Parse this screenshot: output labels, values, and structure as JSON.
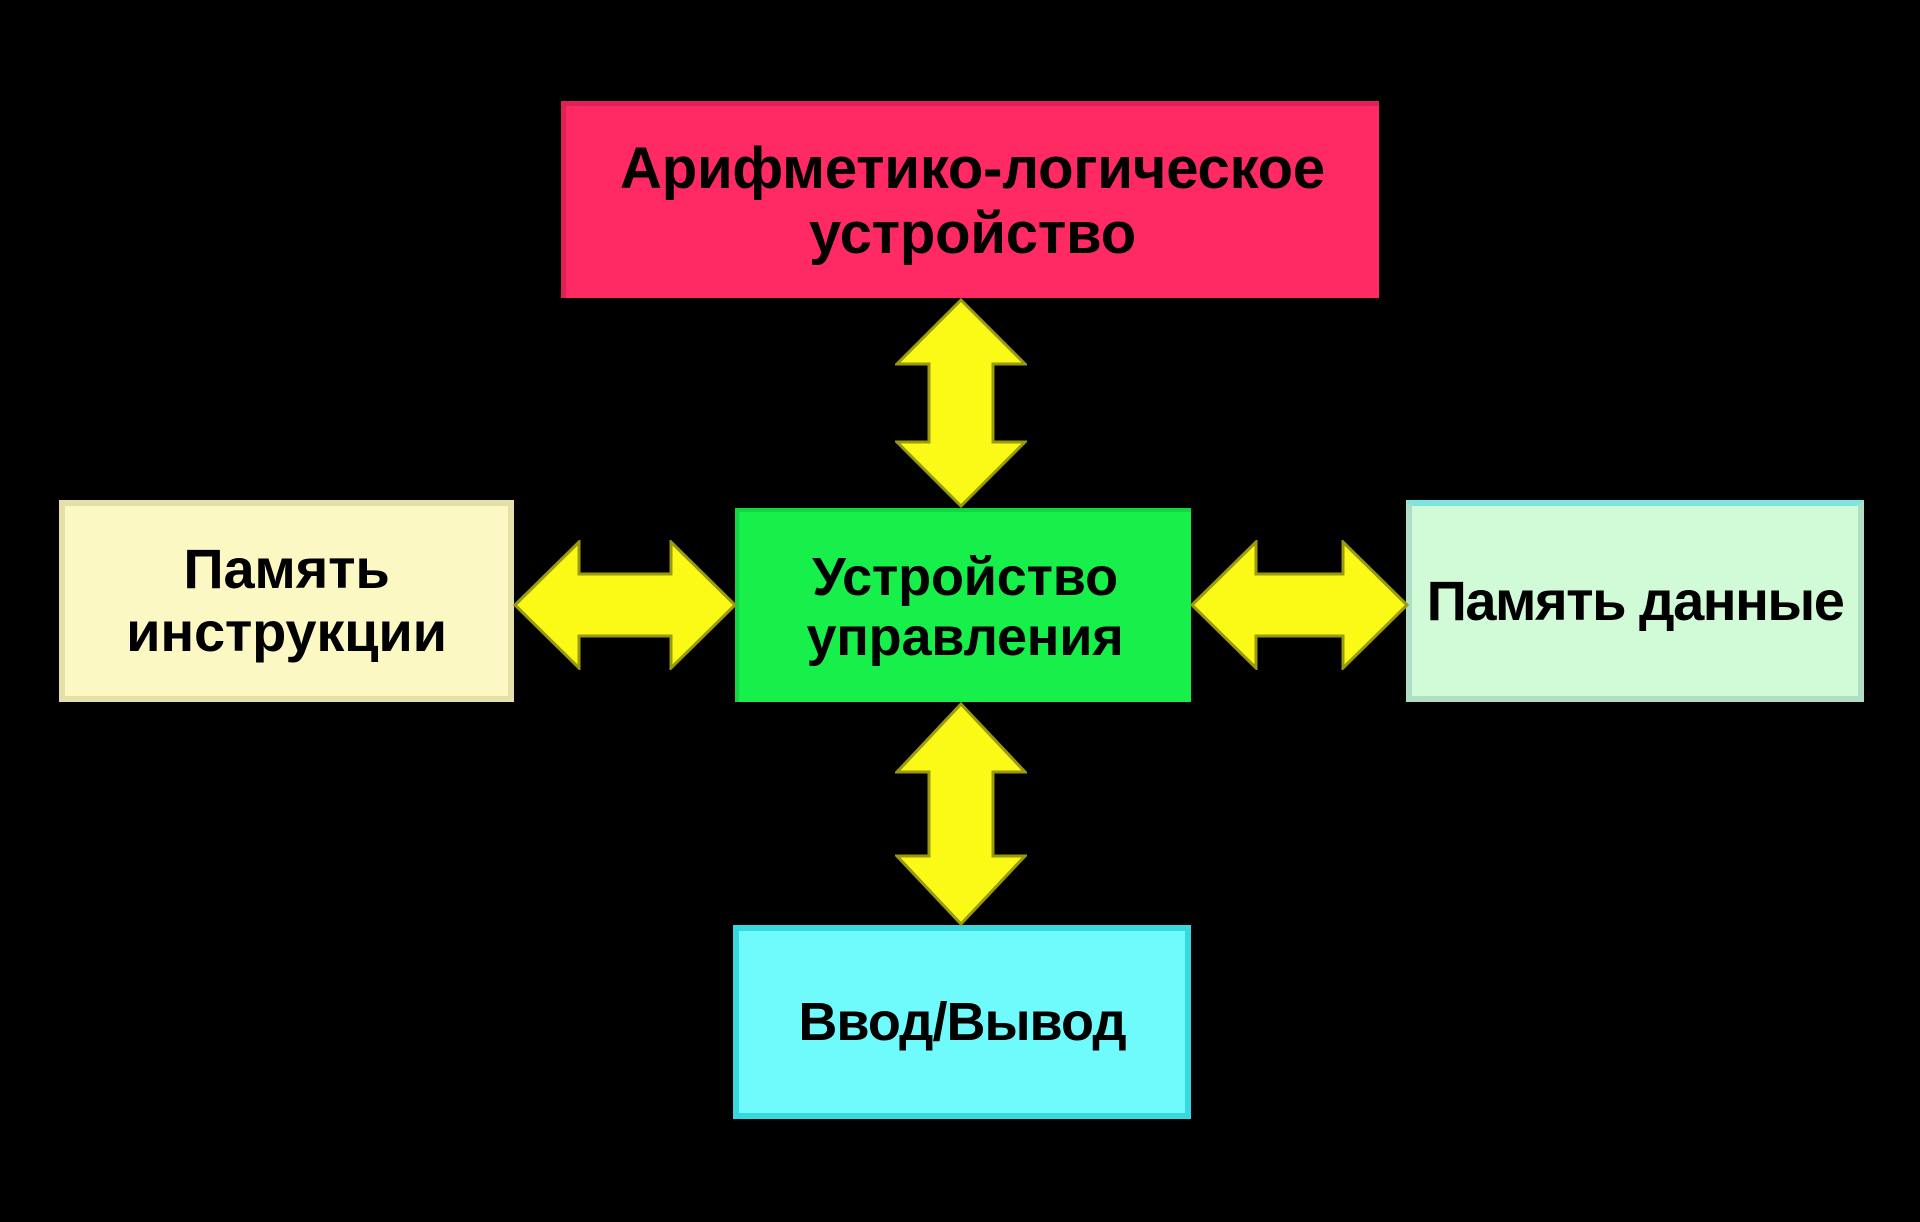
{
  "diagram": {
    "title": "Von Neumann / Harvard architecture block diagram",
    "background_color": "#000000",
    "nodes": [
      {
        "id": "alu",
        "label": "Арифметико-логическое устройство",
        "color": "#FF2A63",
        "border_color": "#E02058",
        "text_color": "#000000",
        "position": "top"
      },
      {
        "id": "instruction-memory",
        "label": "Память инструкции",
        "color": "#FCF8C4",
        "border_color": "#E4E0A8",
        "text_color": "#000000",
        "position": "left"
      },
      {
        "id": "control-unit",
        "label": "Устройство управления",
        "color": "#17F04B",
        "border_color": "#12D642",
        "text_color": "#000000",
        "position": "center"
      },
      {
        "id": "data-memory",
        "label": "Память данные",
        "color": "#D1FBD6",
        "border_color": "#AEDFC4",
        "text_color": "#000000",
        "position": "right"
      },
      {
        "id": "io",
        "label": "Ввод/Вывод",
        "color": "#6FFBFB",
        "border_color": "#37D9DE",
        "text_color": "#000000",
        "position": "bottom"
      }
    ],
    "connectors": [
      {
        "id": "alu-control",
        "from": "alu",
        "to": "control-unit",
        "style": "double-headed",
        "orientation": "vertical",
        "fill": "#FAFA16",
        "stroke": "#9A9A10"
      },
      {
        "id": "instruction-memory-control",
        "from": "instruction-memory",
        "to": "control-unit",
        "style": "double-headed",
        "orientation": "horizontal",
        "fill": "#FAFA16",
        "stroke": "#9A9A10"
      },
      {
        "id": "control-data-memory",
        "from": "control-unit",
        "to": "data-memory",
        "style": "double-headed",
        "orientation": "horizontal",
        "fill": "#FAFA16",
        "stroke": "#9A9A10"
      },
      {
        "id": "control-io",
        "from": "control-unit",
        "to": "io",
        "style": "double-headed",
        "orientation": "vertical",
        "fill": "#FAFA16",
        "stroke": "#9A9A10"
      }
    ]
  }
}
